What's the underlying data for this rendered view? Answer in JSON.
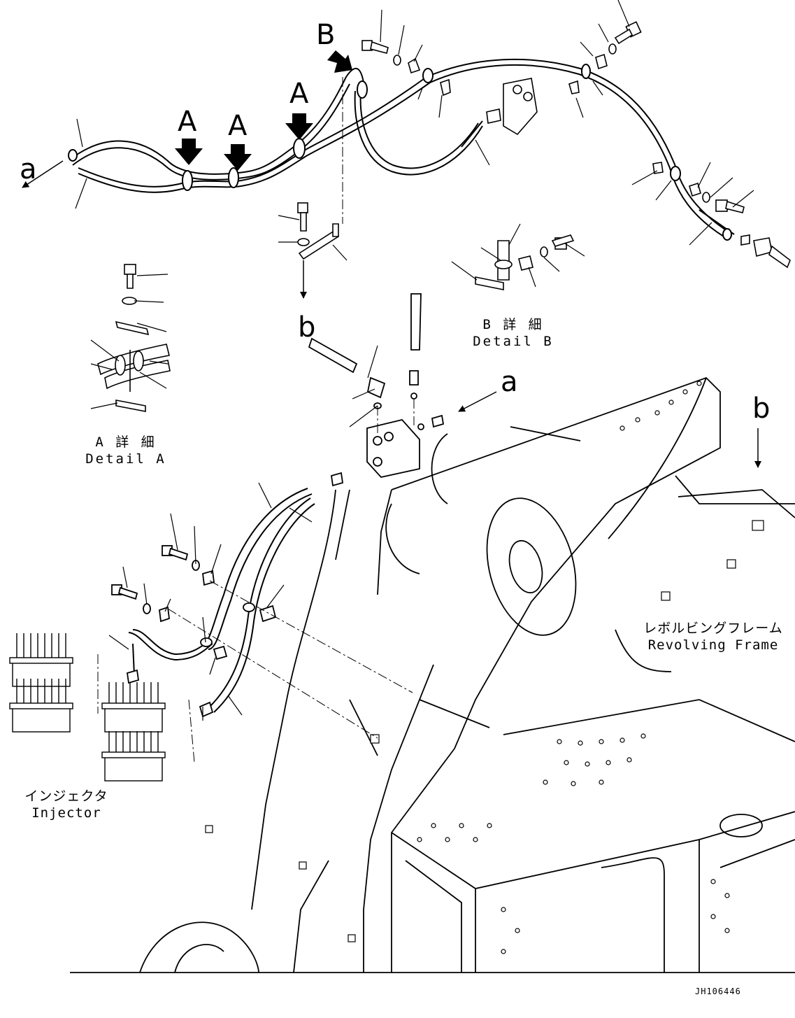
{
  "view_letters": {
    "a1": "a",
    "a2": "a",
    "b1": "b",
    "b2": "b",
    "A1": "A",
    "A2": "A",
    "A3": "A",
    "B1": "B"
  },
  "detail_a": {
    "jp": "A 詳 細",
    "en": "Detail A"
  },
  "detail_b": {
    "jp": "B 詳 細",
    "en": "Detail B"
  },
  "revolving_frame": {
    "jp": "レボルビングフレーム",
    "en": "Revolving Frame"
  },
  "injector": {
    "jp": "インジェクタ",
    "en": "Injector"
  },
  "drawing_code": "JH106446",
  "colors": {
    "line": "#000000",
    "background": "#ffffff"
  }
}
